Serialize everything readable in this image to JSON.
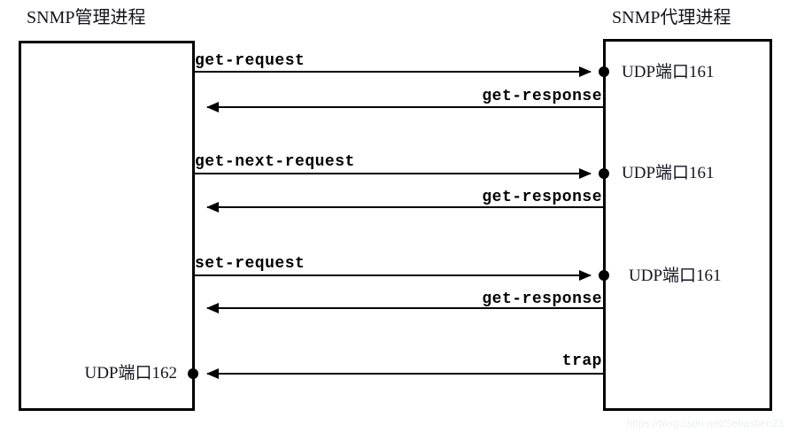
{
  "diagram": {
    "type": "sequence-diagram",
    "description": "SNMP manager process and SNMP agent process message exchange",
    "colors": {
      "stroke": "#000000",
      "background": "#ffffff",
      "text": "#151520",
      "watermark": "#eceff1"
    }
  },
  "manager": {
    "title": "SNMP管理进程",
    "port_label": "UDP端口162"
  },
  "agent": {
    "title": "SNMP代理进程",
    "port_labels": [
      "UDP端口161",
      "UDP端口161",
      "UDP端口161"
    ]
  },
  "messages": [
    {
      "label": "get-request",
      "direction": "right",
      "align": "left"
    },
    {
      "label": "get-response",
      "direction": "left",
      "align": "right"
    },
    {
      "label": "get-next-request",
      "direction": "right",
      "align": "left"
    },
    {
      "label": "get-response",
      "direction": "left",
      "align": "right"
    },
    {
      "label": "set-request",
      "direction": "right",
      "align": "left"
    },
    {
      "label": "get-response",
      "direction": "left",
      "align": "right"
    },
    {
      "label": "trap",
      "direction": "left",
      "align": "right"
    }
  ],
  "watermark": "https://blog.csdn.net/Sebastien23"
}
